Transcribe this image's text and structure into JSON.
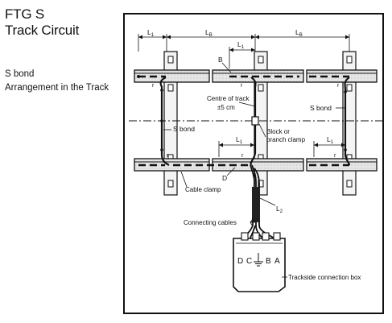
{
  "header": {
    "title_line1": "FTG S",
    "title_line2": "Track Circuit",
    "subtitle_line1": "S bond",
    "subtitle_line2": "Arrangement in the Track"
  },
  "diagram": {
    "dim_l1_top": "L",
    "dim_l1_top_sub": "1",
    "dim_lb_left": "L",
    "dim_lb_left_sub": "B",
    "dim_lb_right": "L",
    "dim_lb_right_sub": "B",
    "dim_l1_mid": "L",
    "dim_l1_mid_sub": "1",
    "label_b": "B",
    "label_d": "D",
    "centre_line1": "Centre of track",
    "centre_line2": "±5 cm",
    "s_bond_left": "S bond",
    "s_bond_right": "S bond",
    "block_clamp_line1": "Block or",
    "block_clamp_line2": "branch clamp",
    "dim_l1_lower_mid": "L",
    "dim_l1_lower_mid_sub": "1",
    "dim_l1_lower_right": "L",
    "dim_l1_lower_right_sub": "1",
    "cable_clamp": "Cable clamp",
    "l2": "L",
    "l2_sub": "2",
    "connecting_cables": "Connecting cables",
    "terminal_d": "D",
    "terminal_c": "C",
    "terminal_b": "B",
    "terminal_a": "A",
    "box_label": "Trackside connection box",
    "r_mark": "r"
  }
}
